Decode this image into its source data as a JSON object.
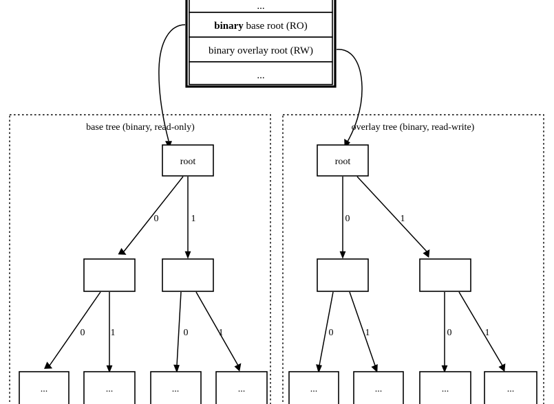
{
  "diagram": {
    "title": "binary base/overlay tree structure",
    "root_table": {
      "rows": [
        {
          "id": "ellipsis-top",
          "text": "...",
          "bold_prefix": "",
          "rest": "..."
        },
        {
          "id": "base-root-row",
          "text": "binary base root (RO)",
          "bold_prefix": "binary",
          "rest": " base root (RO)"
        },
        {
          "id": "overlay-root-row",
          "text": "binary overlay root (RW)",
          "bold_prefix": "",
          "rest": "binary overlay root (RW)"
        },
        {
          "id": "ellipsis-bottom",
          "text": "...",
          "bold_prefix": "",
          "rest": "..."
        }
      ]
    },
    "clusters": [
      {
        "id": "base-tree",
        "label": "base tree (binary, read-only)"
      },
      {
        "id": "overlay-tree",
        "label": "overlay tree (binary, read-write)"
      }
    ],
    "nodes": {
      "base_root": "root",
      "overlay_root": "root",
      "base_mid_left": "",
      "base_mid_right": "",
      "overlay_mid_left": "",
      "overlay_mid_right": "",
      "leaf": "..."
    },
    "leaves": [
      {
        "id": "base-leaf-00",
        "text": "..."
      },
      {
        "id": "base-leaf-01",
        "text": "..."
      },
      {
        "id": "base-leaf-10",
        "text": "..."
      },
      {
        "id": "base-leaf-11",
        "text": "..."
      },
      {
        "id": "overlay-leaf-00",
        "text": "..."
      },
      {
        "id": "overlay-leaf-01",
        "text": "..."
      },
      {
        "id": "overlay-leaf-10",
        "text": "..."
      },
      {
        "id": "overlay-leaf-11",
        "text": "..."
      }
    ],
    "edge_labels": {
      "zero": "0",
      "one": "1"
    },
    "colors": {
      "background": "#ffffff",
      "stroke": "#000000",
      "node_fill": "#ffffff"
    }
  }
}
